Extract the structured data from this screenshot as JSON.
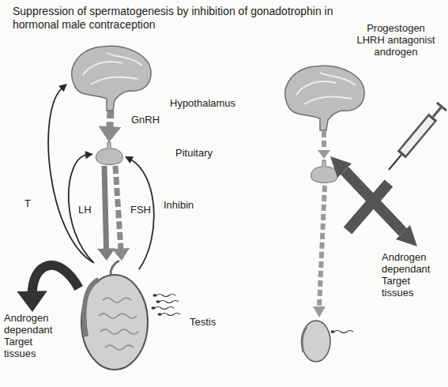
{
  "diagram": {
    "title": "Suppression of spermatogenesis by inhibition of gonadotrophin in hormonal male contraception",
    "nodes": [
      {
        "text": [
          "Hypothalamus"
        ]
      },
      {
        "text": [
          "Pituitary"
        ]
      },
      {
        "text": [
          "Testis"
        ]
      },
      {
        "text": [
          "Androgen dependant Target tissues"
        ]
      },
      {
        "text": [
          "Androgen dependant Target tissues"
        ]
      }
    ],
    "edges": [
      {
        "from": 0,
        "to": 1,
        "label": "GnRH",
        "arrow": "to"
      },
      {
        "from": 1,
        "to": 2,
        "label": "LH",
        "arrow": "to"
      },
      {
        "from": 1,
        "to": 2,
        "label": "FSH",
        "arrow": "to"
      },
      {
        "from": 2,
        "to": 0,
        "label": "T",
        "arrow": "to"
      },
      {
        "from": 2,
        "to": 1,
        "arrow": "to"
      },
      {
        "from": 2,
        "to": 1,
        "label": "Inhibin",
        "arrow": "to"
      },
      {
        "from": 2,
        "to": 3,
        "arrow": "to"
      }
    ],
    "labels": [
      "Progestogen LHRH antagonist androgen"
    ]
  }
}
